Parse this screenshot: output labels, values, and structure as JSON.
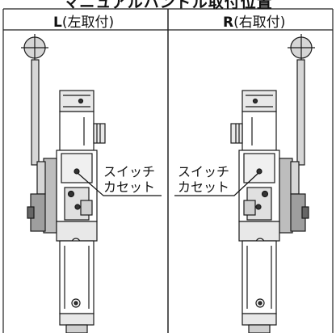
{
  "title": "マニュアルハンドル取付位置",
  "panels": {
    "left": {
      "letter": "L",
      "label": "(左取付)",
      "switch_line1": "スイッチ",
      "switch_line2": "カセット"
    },
    "right": {
      "letter": "R",
      "label": "(右取付)",
      "switch_line1": "スイッチ",
      "switch_line2": "カセット"
    }
  }
}
